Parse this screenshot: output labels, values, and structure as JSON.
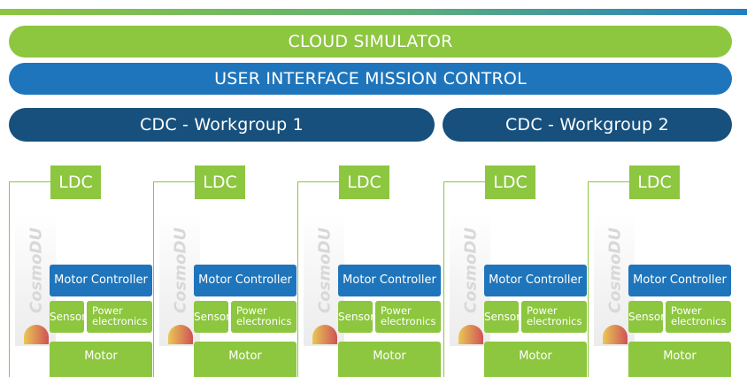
{
  "layers": {
    "cloud_simulator": "CLOUD SIMULATOR",
    "user_interface": "USER INTERFACE MISSION CONTROL"
  },
  "workgroups": [
    "CDC - Workgroup 1",
    "CDC - Workgroup 2"
  ],
  "units": [
    {
      "ldc": "LDC",
      "logo": "CosmoDU",
      "motor_controller": "Motor Controller",
      "sensor": "Sensor",
      "power_electronics": "Power electronics",
      "motor": "Motor"
    },
    {
      "ldc": "LDC",
      "logo": "CosmoDU",
      "motor_controller": "Motor Controller",
      "sensor": "Sensor",
      "power_electronics": "Power electronics",
      "motor": "Motor"
    },
    {
      "ldc": "LDC",
      "logo": "CosmoDU",
      "motor_controller": "Motor Controller",
      "sensor": "Sensor",
      "power_electronics": "Power electronics",
      "motor": "Motor"
    },
    {
      "ldc": "LDC",
      "logo": "CosmoDU",
      "motor_controller": "Motor Controller",
      "sensor": "Sensor",
      "power_electronics": "Power electronics",
      "motor": "Motor"
    },
    {
      "ldc": "LDC",
      "logo": "CosmoDU",
      "motor_controller": "Motor Controller",
      "sensor": "Sensor",
      "power_electronics": "Power electronics",
      "motor": "Motor"
    }
  ],
  "colors": {
    "green": "#8dc63f",
    "blue": "#1f75bb",
    "dark_blue": "#17507c"
  }
}
